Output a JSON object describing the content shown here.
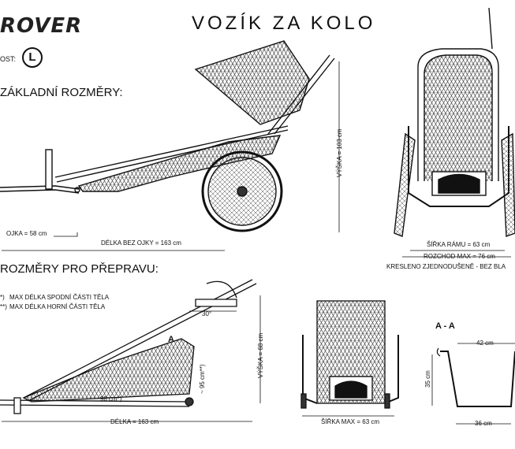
{
  "header": {
    "brand": "ROVER",
    "title": "VOZÍK ZA KOLO",
    "size_label": "OST:",
    "size_value": "L"
  },
  "section_basic": {
    "heading": "ZÁKLADNÍ ROZMĚRY:",
    "drawbar_length": "OJKA = 58 cm",
    "length_without_drawbar": "DÉLKA  BEZ OJKY = 163 cm",
    "height": "VÝŠKA = 103 cm",
    "frame_width": "ŠÍŘKA RÁMU = 63 cm",
    "track_max": "ROZCHOD MAX = 76 cm",
    "drawn_note": "KRESLENO ZJEDNODUŠENĚ -  BEZ BLA"
  },
  "section_transport": {
    "heading": "ROZMĚRY PRO PŘEPRAVU:",
    "legend_1_mark": "*)",
    "legend_1": "MAX DÉLKA SPODNÍ ČÁSTI TĚLA",
    "legend_2_mark": "**)",
    "legend_2": "MAX DÉLKA HORNÍ ČÁSTI TĚLA",
    "angle": "30°",
    "length": "DÉLKA = 163 cm",
    "height": "VÝŠKA = 68 cm",
    "lower_part": "~ 98 cm*)",
    "upper_part": "~ 95 cm**)",
    "section_mark": "A",
    "width_max": "ŠÍŘKA MAX = 63 cm"
  },
  "section_aa": {
    "title": "A - A",
    "top_width": "42 cm",
    "height": "35 cm",
    "bottom_width": "36 cm"
  }
}
